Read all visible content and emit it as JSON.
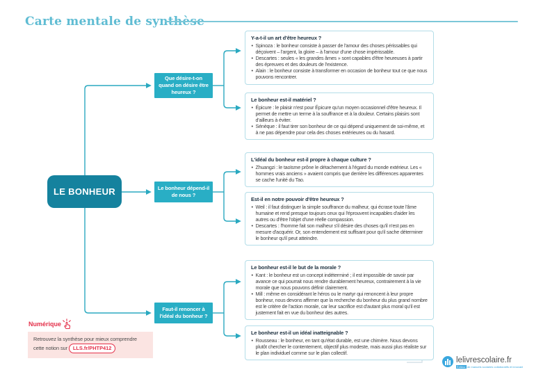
{
  "header": {
    "title": "Carte mentale de synthèse"
  },
  "mindmap": {
    "root": "LE BONHEUR",
    "branches": [
      {
        "question": "Que désire-t-on quand on désire être heureux ?",
        "cards": [
          {
            "title": "Y-a-t-il un art d'être heureux ?",
            "bullets": [
              "Spinoza : le bonheur consiste à passer de l'amour des choses périssables qui déçoivent – l'argent, la gloire – à l'amour d'une chose impérissable.",
              "Descartes : seules « les grandes âmes » sont capables d'être heureuses à partir des épreuves et des douleurs de l'existence.",
              "Alain : le bonheur consiste à transformer en occasion de bonheur tout ce que nous pouvons rencontrer."
            ]
          },
          {
            "title": "Le bonheur est-il matériel ?",
            "bullets": [
              "Épicure : le plaisir n'est pour Épicure qu'un moyen occasionnel d'être heureux. Il permet de mettre un terme à la souffrance et à la douleur. Certains plaisirs sont d'ailleurs à éviter.",
              "Sénèque : il faut tirer son bonheur de ce qui dépend uniquement de soi-même, et à ne pas dépendre pour cela des choses extérieures ou du hasard."
            ]
          }
        ]
      },
      {
        "question": "Le bonheur dépend-il de nous ?",
        "cards": [
          {
            "title": "L'idéal du bonheur est-il propre à chaque culture ?",
            "bullets": [
              "Zhuangzi : le taoïsme prône le détachement à l'égard du monde extérieur. Les « hommes vrais anciens » avaient compris que derrière les différences apparentes se cache l'unité du Tao."
            ]
          },
          {
            "title": "Est-il en notre pouvoir d'être heureux ?",
            "bullets": [
              "Weil : il faut distinguer la simple souffrance du malheur, qui écrase toute l'âme humaine et rend presque toujours ceux qui l'éprouvent incapables d'aider les autres ou d'être l'objet d'une réelle compassion.",
              "Descartes : l'homme fait son malheur s'il désire des choses qu'il n'est pas en mesure d'acquérir. Or, son entendement est suffisant pour qu'il sache déterminer le bonheur qu'il peut atteindre."
            ]
          }
        ]
      },
      {
        "question": "Faut-il renoncer à l'idéal du bonheur ?",
        "cards": [
          {
            "title": "Le bonheur est-il le but de la morale ?",
            "bullets": [
              "Kant : le bonheur est un concept indéterminé ; il est impossible de savoir par avance ce qui pourrait nous rendre durablement heureux, contrairement à la vie morale que nous pouvons définir clairement.",
              "Mill : même en considérant le héros ou le martyr qui renoncent à leur propre bonheur, nous devons affirmer que la recherche du bonheur du plus grand nombre est le critère de l'action morale, car leur sacrifice est d'autant plus moral qu'il est justement fait en vue du bonheur des autres."
            ]
          },
          {
            "title": "Le bonheur est-il un idéal inatteignable ?",
            "bullets": [
              "Rousseau : le bonheur, en tant qu'état durable, est une chimère. Nous devons plutôt chercher le contentement, objectif plus modeste, mais aussi plus réaliste sur le plan individuel comme sur le plan collectif."
            ]
          }
        ]
      }
    ]
  },
  "numerique": {
    "label": "Numérique",
    "icon": "click-hand-icon",
    "text": "Retrouvez la synthèse pour mieux comprendre cette notion sur ",
    "link": "LLS.fr/PHTP412"
  },
  "footer": {
    "brand": "lelivrescolaire.fr",
    "tagline_chip": "Éditeur",
    "tagline": " de manuels scolaires collaboratifs et innovants",
    "icon": "city-logo-icon"
  },
  "colors": {
    "title_teal": "#5fbcd3",
    "root_teal": "#15829e",
    "branch_teal": "#29aec5",
    "wire_teal": "#2aa9c0",
    "card_border": "#b3dde8",
    "accent_red": "#e4304a",
    "pink_bg": "#fbe4e2",
    "logo_blue": "#3aa7de"
  }
}
